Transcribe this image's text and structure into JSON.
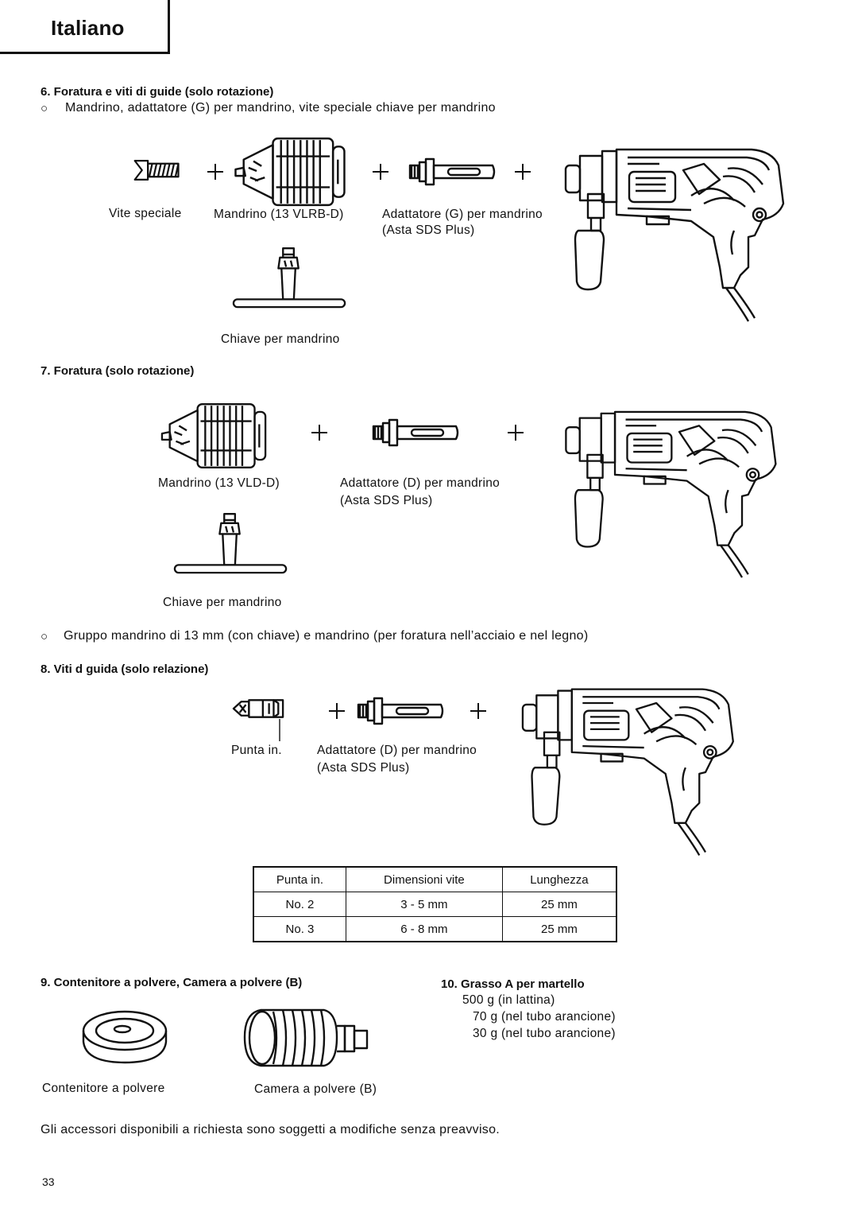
{
  "header": {
    "language": "Italiano"
  },
  "section6": {
    "heading": "6.  Foratura e viti di guide (solo rotazione)",
    "bullet": "○",
    "text": "Mandrino, adattatore (G) per mandrino, vite speciale chiave per mandrino",
    "plus": "+",
    "cap_screw": "Vite speciale",
    "cap_chuck": "Mandrino (13 VLRB-D)",
    "cap_adapter": "Adattatore (G) per mandrino",
    "cap_adapter2": "(Asta SDS Plus)",
    "cap_key": "Chiave per mandrino"
  },
  "section7": {
    "heading": "7.  Foratura (solo rotazione)",
    "plus": "+",
    "cap_chuck": "Mandrino (13 VLD-D)",
    "cap_adapter": "Adattatore  (D)  per  mandrino",
    "cap_adapter2": "(Asta SDS Plus)",
    "cap_key": "Chiave per mandrino",
    "bullet": "○",
    "note": "Gruppo mandrino di 13 mm (con chiave) e mandrino (per foratura nell’acciaio e nel legno)"
  },
  "section8": {
    "heading": "8.  Viti d guida (solo relazione)",
    "plus": "+",
    "cap_bit": "Punta in.",
    "cap_adapter": "Adattatore (D) per mandrino",
    "cap_adapter2": "(Asta SDS Plus)",
    "table": {
      "headers": [
        "Punta in.",
        "Dimensioni vite",
        "Lunghezza"
      ],
      "rows": [
        [
          "No. 2",
          "3 - 5 mm",
          "25 mm"
        ],
        [
          "No. 3",
          "6 - 8 mm",
          "25 mm"
        ]
      ]
    }
  },
  "section9": {
    "heading": "9.  Contenitore a polvere, Camera a polvere (B)",
    "cap_container": "Contenitore a polvere",
    "cap_chamber": "Camera a polvere (B)"
  },
  "section10": {
    "heading": "10. Grasso A per martello",
    "line1": "500 g (in lattina)",
    "line2": "70 g (nel tubo arancione)",
    "line3": "30 g (nel tubo arancione)"
  },
  "footer": {
    "note": "Gli accessori disponibili a richiesta sono soggetti a modifiche senza preavviso.",
    "page": "33"
  }
}
